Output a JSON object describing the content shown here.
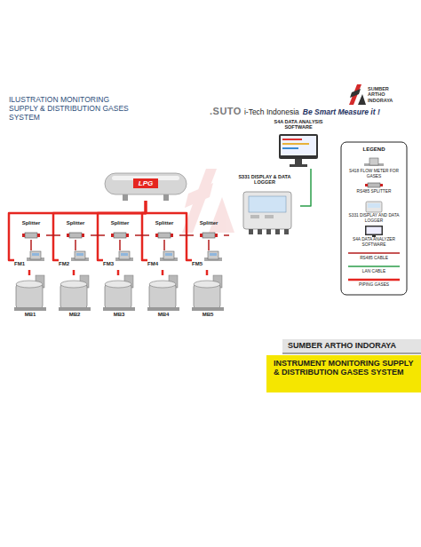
{
  "diagram": {
    "title": "ILUSTRATION MONITORING SUPPLY & DISTRIBUTION GASES SYSTEM",
    "caption": "INSTRUMENT MONITORING SUPPLY & DISTRIBUTION GASES SYSTEM",
    "nodes": [
      {
        "text": [
          "LPG"
        ]
      },
      {
        "text": [
          "S4A DATA ANALYSIS SOFTWARE"
        ]
      },
      {
        "text": [
          "S331 DISPLAY & DATA LOGGER"
        ]
      },
      {
        "text": [
          "Splitter"
        ]
      },
      {
        "text": [
          "Splitter"
        ]
      },
      {
        "text": [
          "Splitter"
        ]
      },
      {
        "text": [
          "Splitter"
        ]
      },
      {
        "text": [
          "Splitter"
        ]
      },
      {
        "text": [
          "FM1"
        ]
      },
      {
        "text": [
          "FM2"
        ]
      },
      {
        "text": [
          "FM3"
        ]
      },
      {
        "text": [
          "FM4"
        ]
      },
      {
        "text": [
          "FM5"
        ]
      },
      {
        "text": [
          "MB1"
        ]
      },
      {
        "text": [
          "MB2"
        ]
      },
      {
        "text": [
          "MB3"
        ]
      },
      {
        "text": [
          "MB4"
        ]
      },
      {
        "text": [
          "MB5"
        ]
      }
    ],
    "edges": [
      {
        "from": 0,
        "to": 8,
        "arrow": "none"
      },
      {
        "from": 0,
        "to": 9,
        "arrow": "none"
      },
      {
        "from": 0,
        "to": 10,
        "arrow": "none"
      },
      {
        "from": 0,
        "to": 11,
        "arrow": "none"
      },
      {
        "from": 0,
        "to": 12,
        "arrow": "none"
      },
      {
        "from": 2,
        "to": 1,
        "arrow": "none"
      },
      {
        "from": 3,
        "to": 4,
        "arrow": "none"
      },
      {
        "from": 4,
        "to": 5,
        "arrow": "none"
      },
      {
        "from": 5,
        "to": 6,
        "arrow": "none"
      },
      {
        "from": 6,
        "to": 7,
        "arrow": "none"
      },
      {
        "from": 7,
        "to": 2,
        "arrow": "none"
      },
      {
        "from": 3,
        "to": 8,
        "arrow": "none"
      },
      {
        "from": 4,
        "to": 9,
        "arrow": "none"
      },
      {
        "from": 5,
        "to": 10,
        "arrow": "none"
      },
      {
        "from": 6,
        "to": 11,
        "arrow": "none"
      },
      {
        "from": 7,
        "to": 12,
        "arrow": "none"
      },
      {
        "from": 8,
        "to": 13,
        "arrow": "none"
      },
      {
        "from": 9,
        "to": 14,
        "arrow": "none"
      },
      {
        "from": 10,
        "to": 15,
        "arrow": "none"
      },
      {
        "from": 11,
        "to": 16,
        "arrow": "none"
      },
      {
        "from": 12,
        "to": 17,
        "arrow": "none"
      }
    ],
    "labels": [
      ".SUTO",
      "i-Tech Indonesia",
      "Be Smart Measure it !",
      "SUMBER ARTHO INDORAYA",
      "LEGEND",
      "SUMBER ARTHO INDORAYA"
    ],
    "legend": [
      {
        "text": "S418 FLOW METER FOR GASES"
      },
      {
        "text": "RS485 SPLITTER"
      },
      {
        "text": "S331 DISPLAY AND DATA LOGGER"
      },
      {
        "text": "S4A DATA ANALYZER SOFTWARE"
      },
      {
        "text": "RS485 CABLE"
      },
      {
        "text": "LAN CABLE"
      },
      {
        "text": "PIPING GASES"
      }
    ]
  }
}
